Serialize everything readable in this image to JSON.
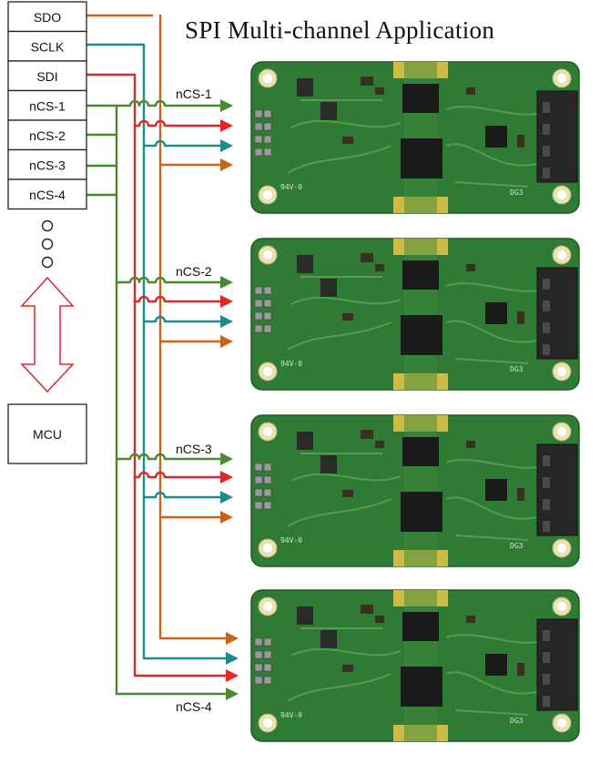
{
  "title": "SPI Multi-channel Application",
  "mcu": {
    "pins": [
      "SDO",
      "SCLK",
      "SDI",
      "nCS-1",
      "nCS-2",
      "nCS-3",
      "nCS-4"
    ],
    "label": "MCU",
    "ellipsis_count": 3
  },
  "boards": [
    {
      "cs_label": "nCS-1",
      "silk_left": "94V-0",
      "silk_right": "DG3"
    },
    {
      "cs_label": "nCS-2",
      "silk_left": "94V-0",
      "silk_right": "DG3"
    },
    {
      "cs_label": "nCS-3",
      "silk_left": "94V-0",
      "silk_right": "DG3"
    },
    {
      "cs_label": "nCS-4",
      "silk_left": "94V-0",
      "silk_right": "DG3"
    }
  ],
  "colors": {
    "sdo": "#c8641e",
    "sclk": "#1e8c8c",
    "sdi": "#e02828",
    "ncs": "#4a8a32",
    "arrow_outline": "#e02828",
    "pcb": "#2f7a34",
    "pcb_edge": "#e8e2b0"
  }
}
